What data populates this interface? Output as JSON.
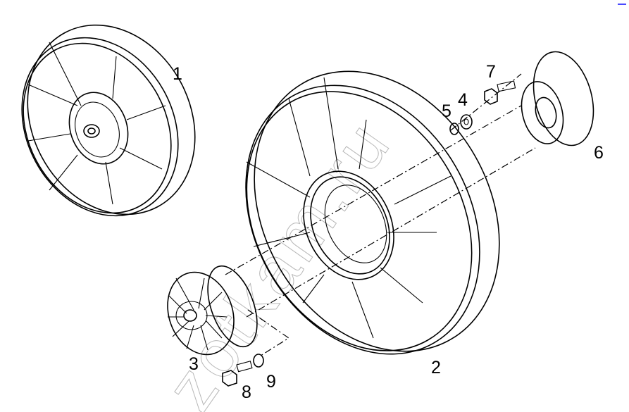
{
  "diagram": {
    "title": "Fan assembly exploded view",
    "watermark": "zotkam.ru",
    "callouts": [
      {
        "id": "1",
        "label": "1",
        "part": "fan-small"
      },
      {
        "id": "2",
        "label": "2",
        "part": "fan-large"
      },
      {
        "id": "3",
        "label": "3",
        "part": "viscous-clutch"
      },
      {
        "id": "4",
        "label": "4",
        "part": "nut"
      },
      {
        "id": "5",
        "label": "5",
        "part": "washer"
      },
      {
        "id": "6",
        "label": "6",
        "part": "hub-flange"
      },
      {
        "id": "7",
        "label": "7",
        "part": "bolt"
      },
      {
        "id": "8",
        "label": "8",
        "part": "bolt"
      },
      {
        "id": "9",
        "label": "9",
        "part": "washer"
      }
    ],
    "colors": {
      "line": "#000000",
      "watermark": "#b8b8b8",
      "corner_mark": "#4a4aff"
    }
  }
}
